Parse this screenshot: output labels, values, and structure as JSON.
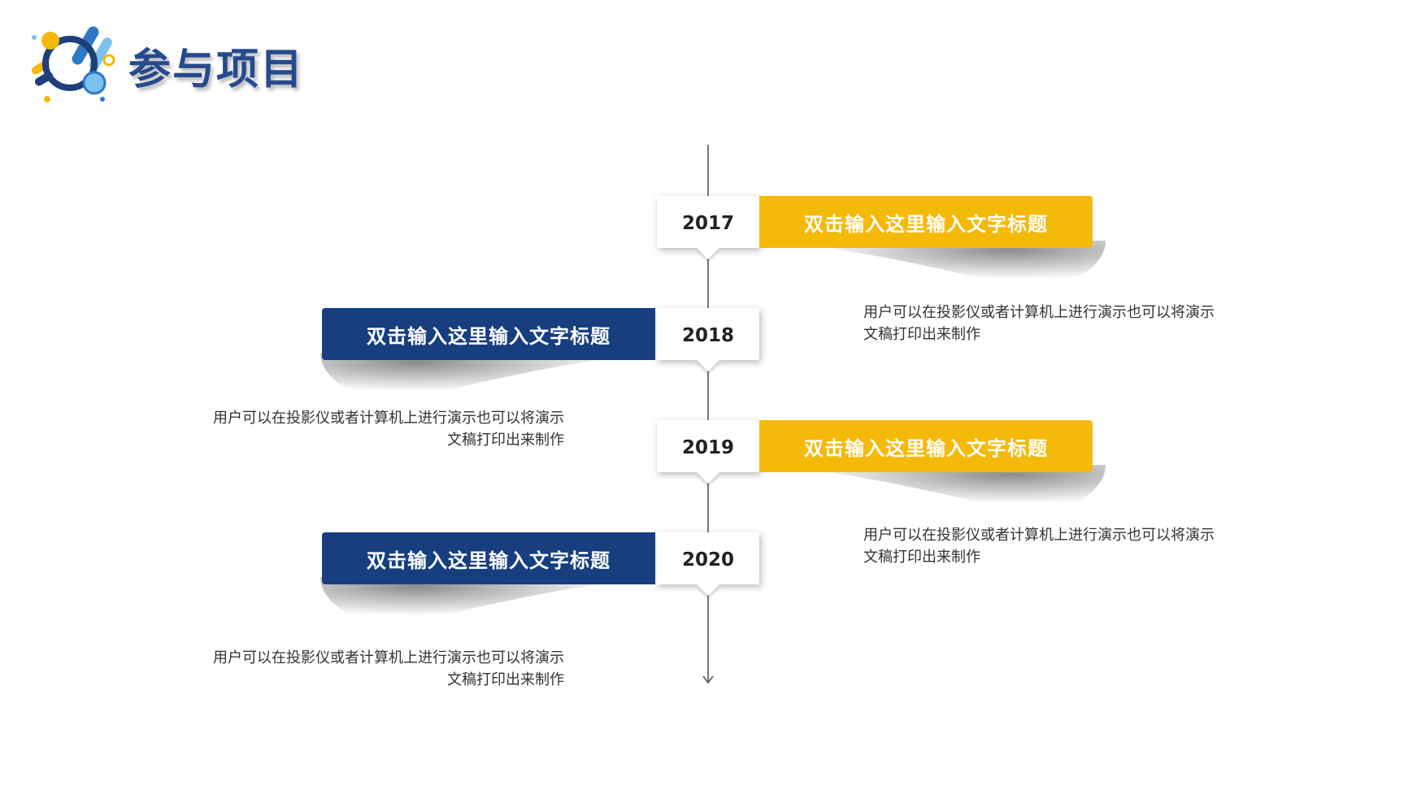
{
  "slide": {
    "title": "参与项目"
  },
  "timeline": [
    {
      "year": "2017",
      "title": "双击输入这里输入文字标题",
      "description_line1": "用户可以在投影仪或者计算机上进行演示也可以将演示",
      "description_line2": "文稿打印出来制作",
      "side": "right",
      "color": "#f5b90a"
    },
    {
      "year": "2018",
      "title": "双击输入这里输入文字标题",
      "description_line1": "用户可以在投影仪或者计算机上进行演示也可以将演示",
      "description_line2": "文稿打印出来制作",
      "side": "left",
      "color": "#173f7f"
    },
    {
      "year": "2019",
      "title": "双击输入这里输入文字标题",
      "description_line1": "用户可以在投影仪或者计算机上进行演示也可以将演示",
      "description_line2": "文稿打印出来制作",
      "side": "right",
      "color": "#f5b90a"
    },
    {
      "year": "2020",
      "title": "双击输入这里输入文字标题",
      "description_line1": "用户可以在投影仪或者计算机上进行演示也可以将演示",
      "description_line2": "文稿打印出来制作",
      "side": "left",
      "color": "#173f7f"
    }
  ],
  "colors": {
    "accent_yellow": "#f5b90a",
    "accent_blue": "#173f7f",
    "title_blue": "#264a8d"
  }
}
